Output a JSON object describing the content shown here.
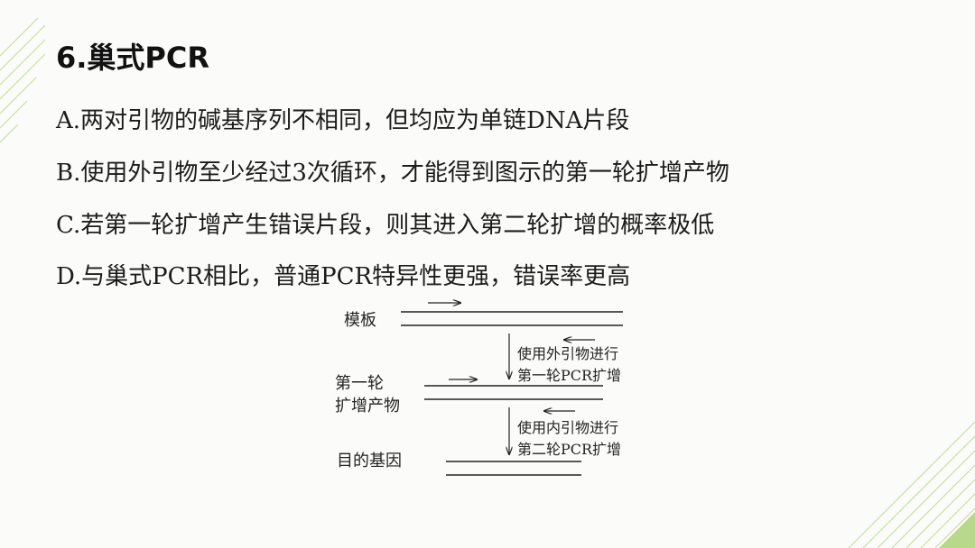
{
  "title": "6.巢式PCR",
  "options": {
    "a": "A.两对引物的碱基序列不相同，但均应为单链DNA片段",
    "b": "B.使用外引物至少经过3次循环，才能得到图示的第一轮扩增产物",
    "c": "C.若第一轮扩增产生错误片段，则其进入第二轮扩增的概率极低",
    "d": "D.与巢式PCR相比，普通PCR特异性更强，错误率更高"
  },
  "diagram": {
    "template_label": "模板",
    "first_product_label_line1": "第一轮",
    "first_product_label_line2": "扩增产物",
    "target_gene_label": "目的基因",
    "step1_line1": "使用外引物进行",
    "step1_line2": "第一轮PCR扩增",
    "step2_line1": "使用内引物进行",
    "step2_line2": "第二轮PCR扩增"
  },
  "colors": {
    "accent_green": "#b9d98a",
    "text": "#1c1c1c"
  }
}
